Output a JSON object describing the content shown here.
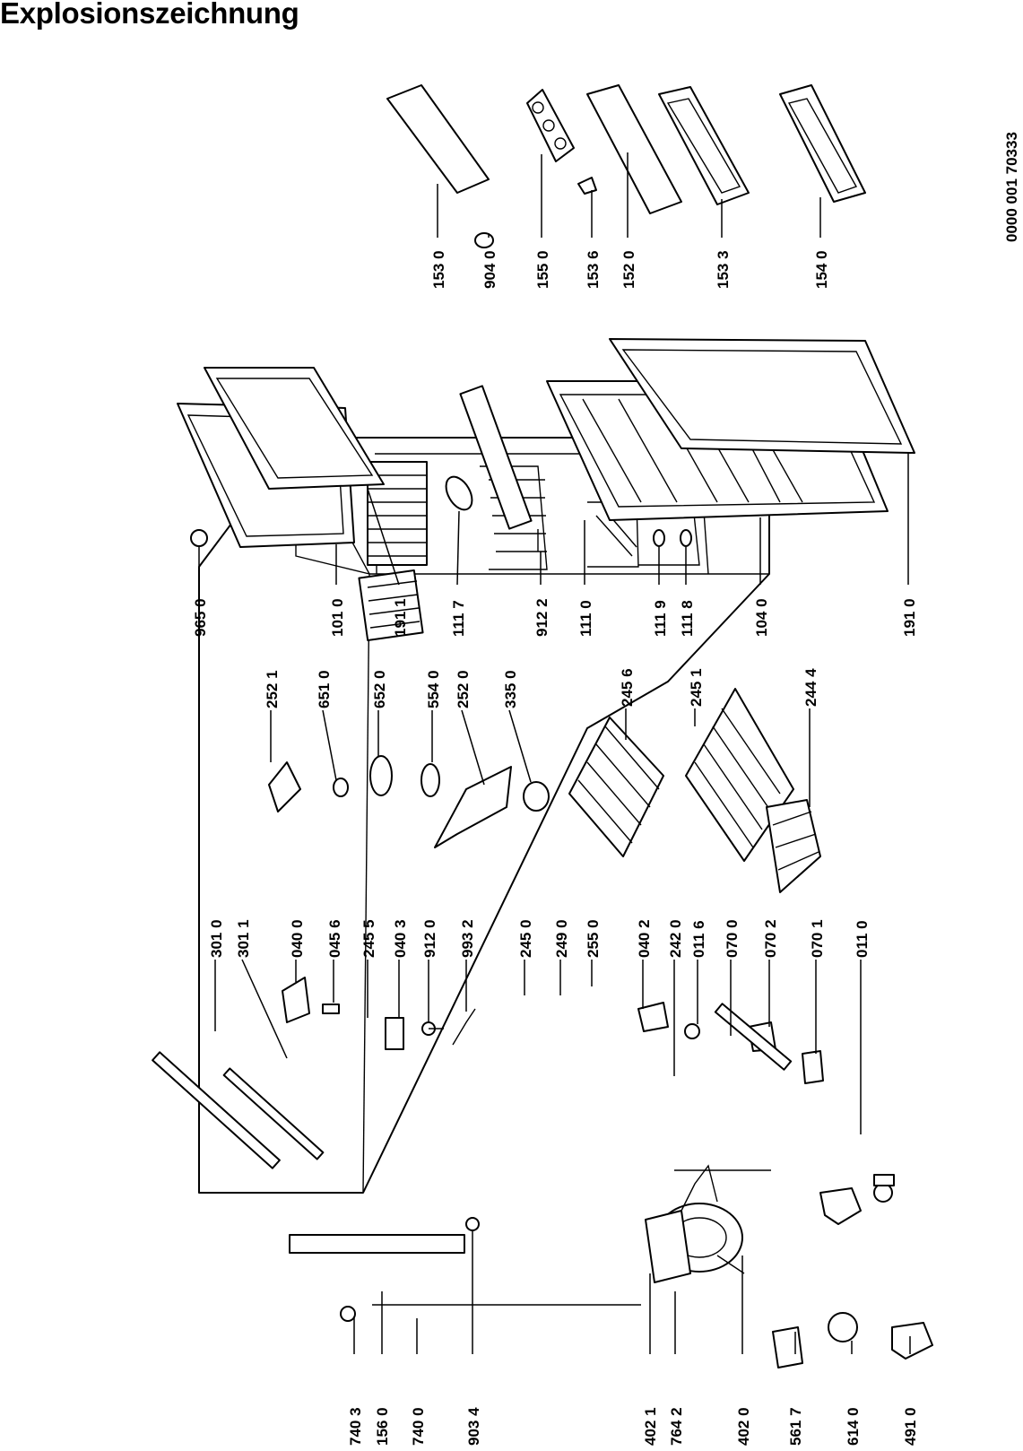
{
  "title": "Explosionszeichnung",
  "doc_number": "0000 001 70333",
  "labels": {
    "l7403": "740 3",
    "l1560": "156 0",
    "l7400": "740 0",
    "l9034": "903 4",
    "l4021": "402 1",
    "l7642": "764 2",
    "l4020": "402 0",
    "l5617": "561 7",
    "l6140": "614 0",
    "l4910": "491 0",
    "l3010": "301 0",
    "l3011": "301 1",
    "l0400": "040 0",
    "l0456": "045 6",
    "l2455": "245 5",
    "l0403": "040 3",
    "l9120": "912 0",
    "l9932": "993 2",
    "l2450": "245 0",
    "l2490": "249 0",
    "l2550": "255 0",
    "l0402": "040 2",
    "l2420": "242 0",
    "l0116": "011 6",
    "l0700": "070 0",
    "l0702": "070 2",
    "l0701": "070 1",
    "l0110": "011 0",
    "l2521": "252 1",
    "l6510": "651 0",
    "l6520": "652 0",
    "l5540": "554 0",
    "l2520": "252 0",
    "l3350": "335 0",
    "l2456": "245 6",
    "l2451": "245 1",
    "l2444": "244 4",
    "l9650": "965 0",
    "l1010": "101 0",
    "l1911": "191 1",
    "l1117": "111 7",
    "l9122": "912 2",
    "l1110": "111 0",
    "l1119": "111 9",
    "l1118": "111 8",
    "l1040": "104 0",
    "l1910": "191 0",
    "l1530": "153 0",
    "l9040": "904 0",
    "l1550": "155 0",
    "l1536": "153 6",
    "l1520": "152 0",
    "l1533": "153 3",
    "l1540": "154 0"
  }
}
